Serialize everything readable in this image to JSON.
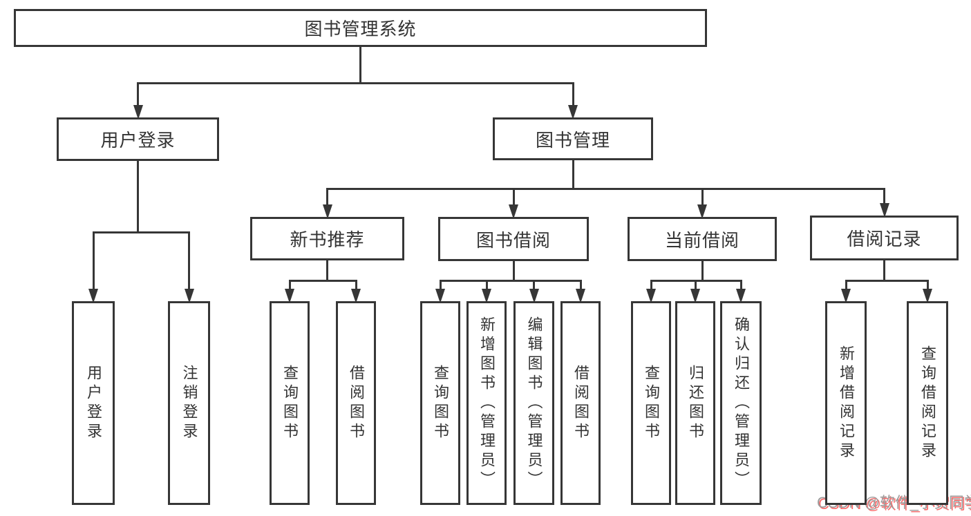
{
  "page": {
    "background": "#ffffff"
  },
  "diagram": {
    "line_color": "#363636",
    "text_color": "#333333",
    "nodes": [
      {
        "id": "root",
        "label": "图书管理系统"
      },
      {
        "id": "user-login",
        "label": "用户登录"
      },
      {
        "id": "book-mgmt",
        "label": "图书管理"
      },
      {
        "id": "new-book-rec",
        "label": "新书推荐"
      },
      {
        "id": "book-borrow",
        "label": "图书借阅"
      },
      {
        "id": "current-borrow",
        "label": "当前借阅"
      },
      {
        "id": "borrow-records",
        "label": "借阅记录"
      },
      {
        "id": "login",
        "label": "用户登录"
      },
      {
        "id": "logout",
        "label": "注销登录"
      },
      {
        "id": "nbr-query-book",
        "label": "查询图书"
      },
      {
        "id": "nbr-borrow-book",
        "label": "借阅图书"
      },
      {
        "id": "bb-query-book",
        "label": "查询图书"
      },
      {
        "id": "bb-add-book",
        "label": "新增图书（管理员）"
      },
      {
        "id": "bb-edit-book",
        "label": "编辑图书（管理员）"
      },
      {
        "id": "bb-borrow-book",
        "label": "借阅图书"
      },
      {
        "id": "cb-query-book",
        "label": "查询图书"
      },
      {
        "id": "cb-return-book",
        "label": "归还图书"
      },
      {
        "id": "cb-confirm-return",
        "label": "确认归还（管理员）"
      },
      {
        "id": "br-add-record",
        "label": "新增借阅记录"
      },
      {
        "id": "br-query-record",
        "label": "查询借阅记录"
      }
    ],
    "edges": [
      {
        "parent": "root",
        "children": [
          "user-login",
          "book-mgmt"
        ]
      },
      {
        "parent": "user-login",
        "children": [
          "login",
          "logout"
        ]
      },
      {
        "parent": "book-mgmt",
        "children": [
          "new-book-rec",
          "book-borrow",
          "current-borrow",
          "borrow-records"
        ]
      },
      {
        "parent": "new-book-rec",
        "children": [
          "nbr-query-book",
          "nbr-borrow-book"
        ]
      },
      {
        "parent": "book-borrow",
        "children": [
          "bb-query-book",
          "bb-add-book",
          "bb-edit-book",
          "bb-borrow-book"
        ]
      },
      {
        "parent": "current-borrow",
        "children": [
          "cb-query-book",
          "cb-return-book",
          "cb-confirm-return"
        ]
      },
      {
        "parent": "borrow-records",
        "children": [
          "br-add-record",
          "br-query-record"
        ]
      }
    ]
  },
  "watermark": {
    "text": "CSDN @软件_小贺同学",
    "gray_color": "#9c9c9c",
    "red_color": "#f96b6b"
  }
}
